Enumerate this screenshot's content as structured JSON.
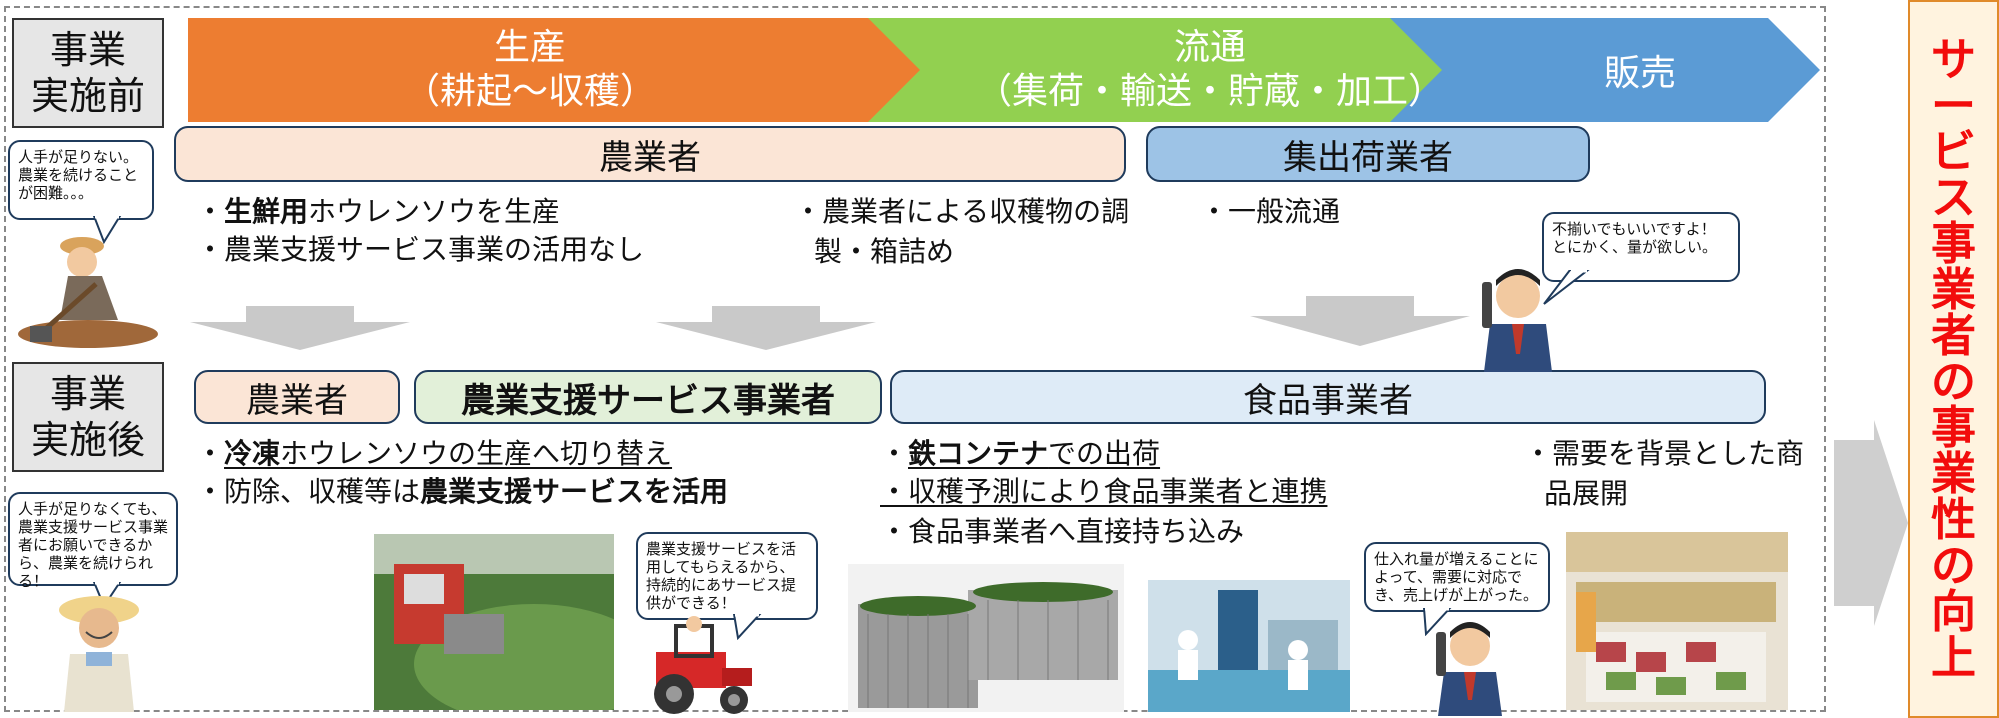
{
  "labels": {
    "before": [
      "事業",
      "実施前"
    ],
    "after": [
      "事業",
      "実施後"
    ]
  },
  "stages": [
    {
      "title": "生産",
      "sub": "（耕起～収穫）",
      "color": "#ed7d31"
    },
    {
      "title": "流通",
      "sub": "（集荷・輸送・貯蔵・加工）",
      "color": "#92d050"
    },
    {
      "title": "販売",
      "sub": "",
      "color": "#5b9bd5"
    }
  ],
  "before": {
    "bars": {
      "farmer": "農業者",
      "shipper": "集出荷業者"
    },
    "col1": [
      {
        "pre": "・",
        "bold": "生鮮用",
        "rest": "ホウレンソウを生産"
      },
      {
        "pre": "・農業支援サービス事業の活用なし"
      }
    ],
    "col2": [
      "・農業者による収穫物の調",
      "製・箱詰め"
    ],
    "col3": "・一般流通",
    "bubble_farmer": "人手が足りない。農業を続けることが困難。。。",
    "bubble_buyer": "不揃いでもいいですよ！とにかく、量が欲しい。"
  },
  "after": {
    "bars": {
      "farmer": "農業者",
      "service": "農業支援サービス事業者",
      "food": "食品事業者"
    },
    "col1a": {
      "bold": "冷凍",
      "rest": "ホウレンソウの生産へ切り替え"
    },
    "col1b": {
      "plain": "・防除、収穫等は",
      "bold": "農業支援サービスを活用"
    },
    "col2a": {
      "bold": "鉄コンテナ",
      "rest": "での出荷"
    },
    "col2b": "・収穫予測により食品事業者と連携",
    "col2c": "・食品事業者へ直接持ち込み",
    "col3": [
      "・需要を背景とした商",
      "品展開"
    ],
    "bubble_farmer": "人手が足りなくても、農業支援サービス事業者にお願いできるから、農業を続けられる！",
    "bubble_service": "農業支援サービスを活用してもらえるから、持続的にあサービス提供ができる！",
    "bubble_buyer": "仕入れ量が増えることによって、需要に対応でき、売上げが上がった。"
  },
  "side_label": "サービス事業者の事業性の向上",
  "colors": {
    "bar_peach": "#fbe5d6",
    "bar_blue": "#9dc3e6",
    "bar_green": "#e2f0d9",
    "bar_lightblue": "#deebf7",
    "side_text": "#ff0000"
  }
}
